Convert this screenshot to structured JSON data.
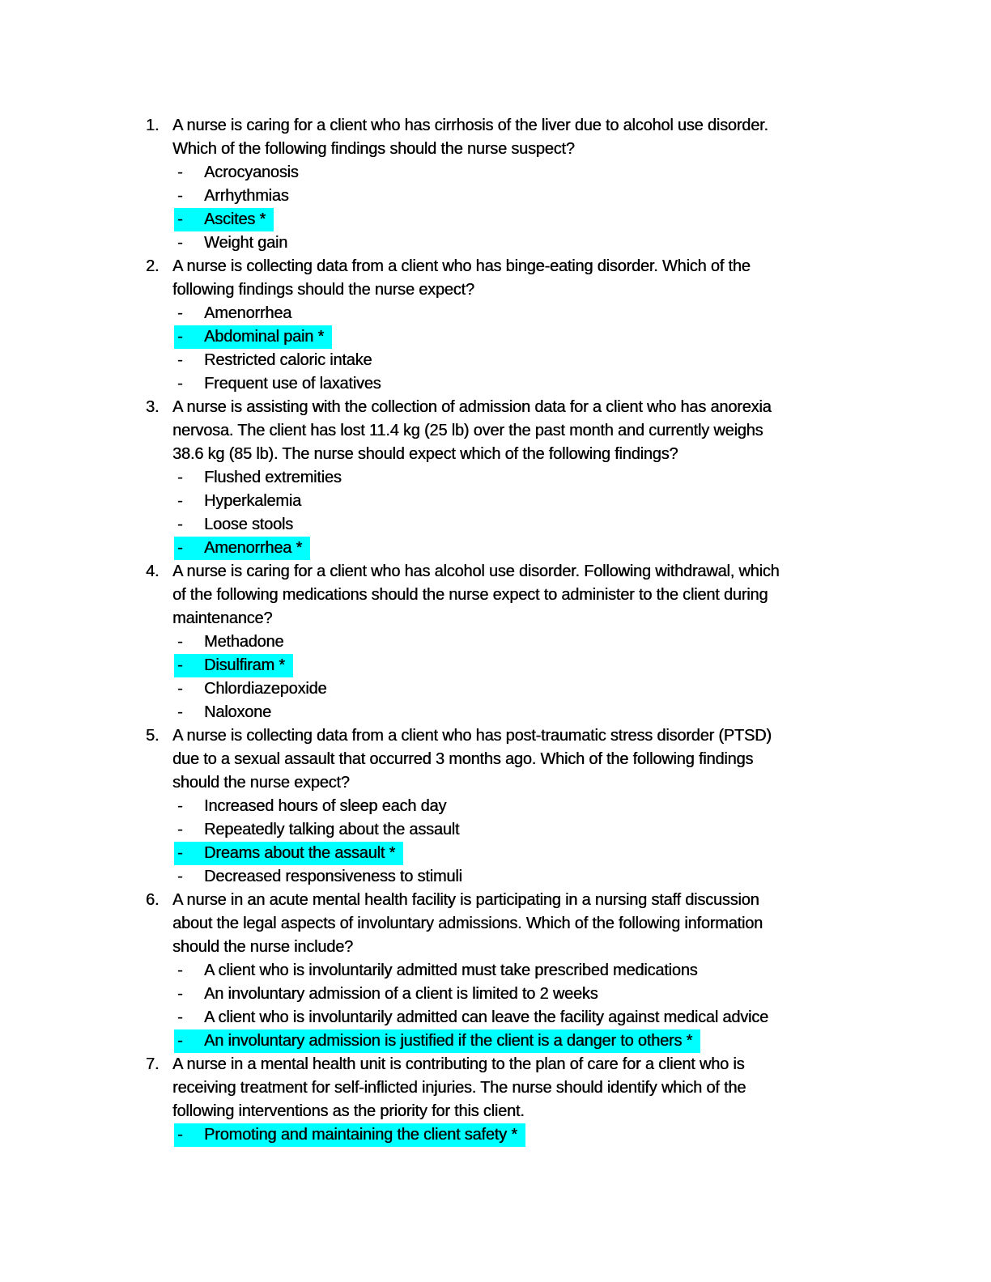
{
  "page": {
    "background": "#ffffff",
    "text_color": "#000000",
    "highlight_color": "#00ffff",
    "option_bullet": "-",
    "correct_marker": "*"
  },
  "questions": [
    {
      "number": "1.",
      "stem_lines": [
        "A nurse is caring for a client who has cirrhosis of the liver due to alcohol use disorder.",
        "Which of the following findings should the nurse suspect?"
      ],
      "options": [
        {
          "label": "Acrocyanosis",
          "highlight": false,
          "correct": false
        },
        {
          "label": "Arrhythmias",
          "highlight": false,
          "correct": false
        },
        {
          "label": "Ascites *",
          "highlight": true,
          "correct": true
        },
        {
          "label": "Weight gain",
          "highlight": false,
          "correct": false
        }
      ]
    },
    {
      "number": "2.",
      "stem_lines": [
        "A nurse is collecting data from a client who has binge-eating disorder. Which of the",
        "following findings should the nurse expect?"
      ],
      "options": [
        {
          "label": "Amenorrhea",
          "highlight": false,
          "correct": false
        },
        {
          "label": "Abdominal pain *",
          "highlight": true,
          "correct": true
        },
        {
          "label": "Restricted caloric intake",
          "highlight": false,
          "correct": false
        },
        {
          "label": "Frequent use of laxatives",
          "highlight": false,
          "correct": false
        }
      ]
    },
    {
      "number": "3.",
      "stem_lines": [
        "A nurse is assisting with the collection of admission data for a client who has anorexia",
        "nervosa. The client has lost 11.4 kg (25 lb) over the past month and currently weighs",
        "38.6 kg (85 lb). The nurse should expect which of the following findings?"
      ],
      "options": [
        {
          "label": "Flushed extremities",
          "highlight": false,
          "correct": false
        },
        {
          "label": "Hyperkalemia",
          "highlight": false,
          "correct": false
        },
        {
          "label": "Loose stools",
          "highlight": false,
          "correct": false
        },
        {
          "label": "Amenorrhea *",
          "highlight": true,
          "correct": true
        }
      ]
    },
    {
      "number": "4.",
      "stem_lines": [
        "A nurse is caring for a client who has alcohol use disorder. Following withdrawal, which",
        "of the following medications should the nurse expect to administer to the client during",
        "maintenance?"
      ],
      "options": [
        {
          "label": "Methadone",
          "highlight": false,
          "correct": false
        },
        {
          "label": "Disulfiram *",
          "highlight": true,
          "correct": true
        },
        {
          "label": "Chlordiazepoxide",
          "highlight": false,
          "correct": false
        },
        {
          "label": "Naloxone",
          "highlight": false,
          "correct": false
        }
      ]
    },
    {
      "number": "5.",
      "stem_lines": [
        "A nurse is collecting data from a client who has post-traumatic stress disorder (PTSD)",
        "due to a sexual assault that occurred 3 months ago. Which of the following findings",
        "should the nurse expect?"
      ],
      "options": [
        {
          "label": "Increased hours of sleep each day",
          "highlight": false,
          "correct": false
        },
        {
          "label": "Repeatedly talking about the assault",
          "highlight": false,
          "correct": false
        },
        {
          "label": "Dreams about the assault *",
          "highlight": true,
          "correct": true
        },
        {
          "label": "Decreased responsiveness to stimuli",
          "highlight": false,
          "correct": false
        }
      ]
    },
    {
      "number": "6.",
      "stem_lines": [
        "A nurse in an acute mental health facility is participating in a nursing staff discussion",
        "about the legal aspects of involuntary admissions. Which of the following information",
        "should the nurse include?"
      ],
      "options": [
        {
          "label": "A client who is involuntarily admitted must take prescribed medications",
          "highlight": false,
          "correct": false
        },
        {
          "label": "An involuntary admission of a client is limited to 2 weeks",
          "highlight": false,
          "correct": false
        },
        {
          "label": "A client who is involuntarily admitted can leave the facility against medical advice",
          "highlight": false,
          "correct": false
        },
        {
          "label": "An involuntary admission is justified if the client is a danger to others *",
          "highlight": true,
          "correct": true
        }
      ]
    },
    {
      "number": "7.",
      "stem_lines": [
        "A nurse in a mental health unit is contributing to the plan of care for a client who is",
        "receiving treatment for self-inflicted injuries. The nurse should identify which of the",
        "following interventions as the priority for this client."
      ],
      "options": [
        {
          "label": "Promoting and maintaining the client safety *",
          "highlight": true,
          "correct": true
        }
      ]
    }
  ]
}
